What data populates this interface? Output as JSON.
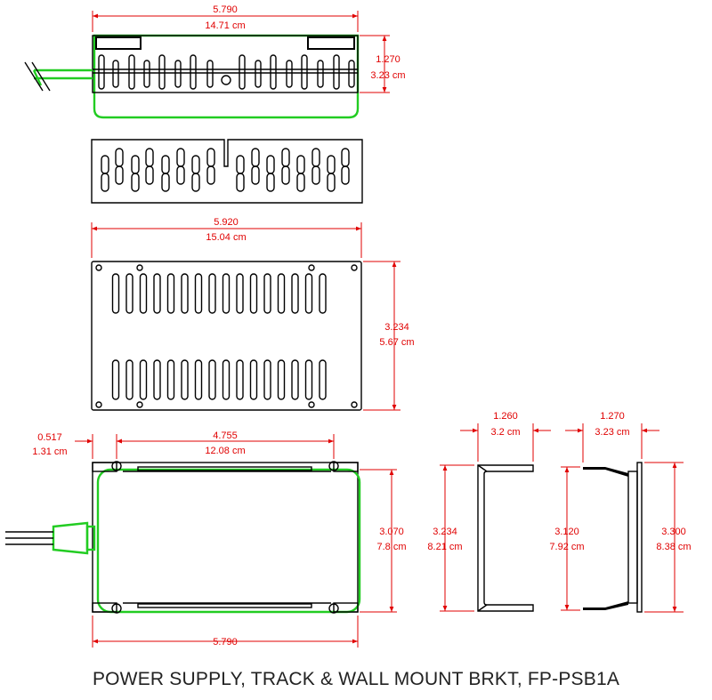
{
  "title": "POWER SUPPLY, TRACK & WALL MOUNT BRKT, FP-PSB1A",
  "dimensions": {
    "top_width_in": "5.790",
    "top_width_cm": "14.71 cm",
    "top_height_in": "1.270",
    "top_height_cm": "3.23 cm",
    "plate_width_in": "5.920",
    "plate_width_cm": "15.04 cm",
    "plate_height_in": "3.234",
    "plate_height_cm": "5.67 cm",
    "offset_in": "0.517",
    "offset_cm": "1.31 cm",
    "hole_span_in": "4.755",
    "hole_span_cm": "12.08 cm",
    "body_height_in": "3.070",
    "body_height_cm": "7.8 cm",
    "bottom_width_in": "5.790",
    "side1_depth_in": "1.260",
    "side1_depth_cm": "3.2 cm",
    "side1_height_in": "3.234",
    "side1_height_cm": "8.21 cm",
    "side2_depth_in": "1.270",
    "side2_depth_cm": "3.23 cm",
    "side2_inner_in": "3.120",
    "side2_inner_cm": "7.92 cm",
    "side2_outer_in": "3.300",
    "side2_outer_cm": "8.38 cm"
  },
  "colors": {
    "dimension": "#e00000",
    "outline": "#000000",
    "power_supply": "#22cc22"
  }
}
